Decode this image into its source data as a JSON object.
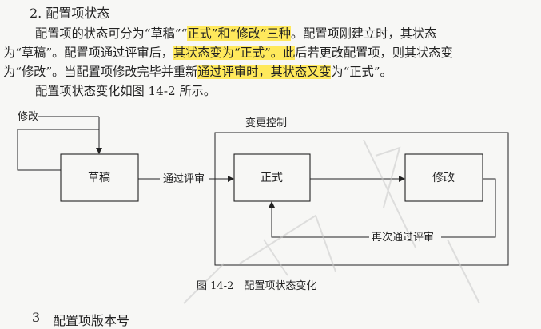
{
  "section": {
    "number": "2.",
    "title": "配置项状态"
  },
  "paragraph": {
    "l1": [
      "配置项的状态可分为“草稿”“",
      "正式”和“修改”三种",
      "。配置项刚建立时，其状态"
    ],
    "l2": [
      "为“草稿”。配置项通过评审后，",
      "其状态变为“正式”。此",
      "后若更改配置项，则其状态变"
    ],
    "l3": [
      "为“修改”。当配置项修改完毕并重新",
      "通过评审时，其状态又变",
      "为“正式”。"
    ],
    "l4": "配置项状态变化如图 14-2 所示。"
  },
  "diagram": {
    "input_label": "修改",
    "draft": "草稿",
    "review_label": "通过评审",
    "group_label": "变更控制",
    "formal": "正式",
    "modify": "修改",
    "re_review_label": "再次通过评审",
    "caption": "图 14-2　配置项状态变化"
  },
  "next_section": {
    "number": "3",
    "title": "配置项版本号"
  },
  "highlight_color": "#ffe95c"
}
